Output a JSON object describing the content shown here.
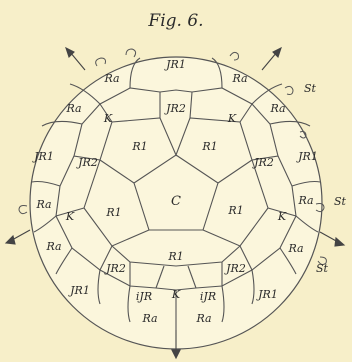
{
  "figure": {
    "title": "Fig. 6.",
    "labels": {
      "center": "C",
      "r_ring": [
        "R1",
        "R1",
        "R1",
        "R1",
        "R1"
      ],
      "jr2_ring": [
        "JR2",
        "JR2",
        "JR2",
        "JR2",
        "JR2"
      ],
      "k_cells": [
        "K",
        "K",
        "K",
        "K",
        "K"
      ],
      "jr1_outer": [
        "JR1",
        "JR1",
        "JR1",
        "JR1",
        "JR1"
      ],
      "ra_outer": [
        "Ra",
        "Ra",
        "Ra",
        "Ra",
        "Ra",
        "Ra",
        "Ra",
        "Ra",
        "Ra",
        "Ra"
      ],
      "ijr_cells": [
        "iJR",
        "iJR"
      ]
    },
    "legend_side_labels": [
      "St",
      "St",
      "St"
    ]
  }
}
